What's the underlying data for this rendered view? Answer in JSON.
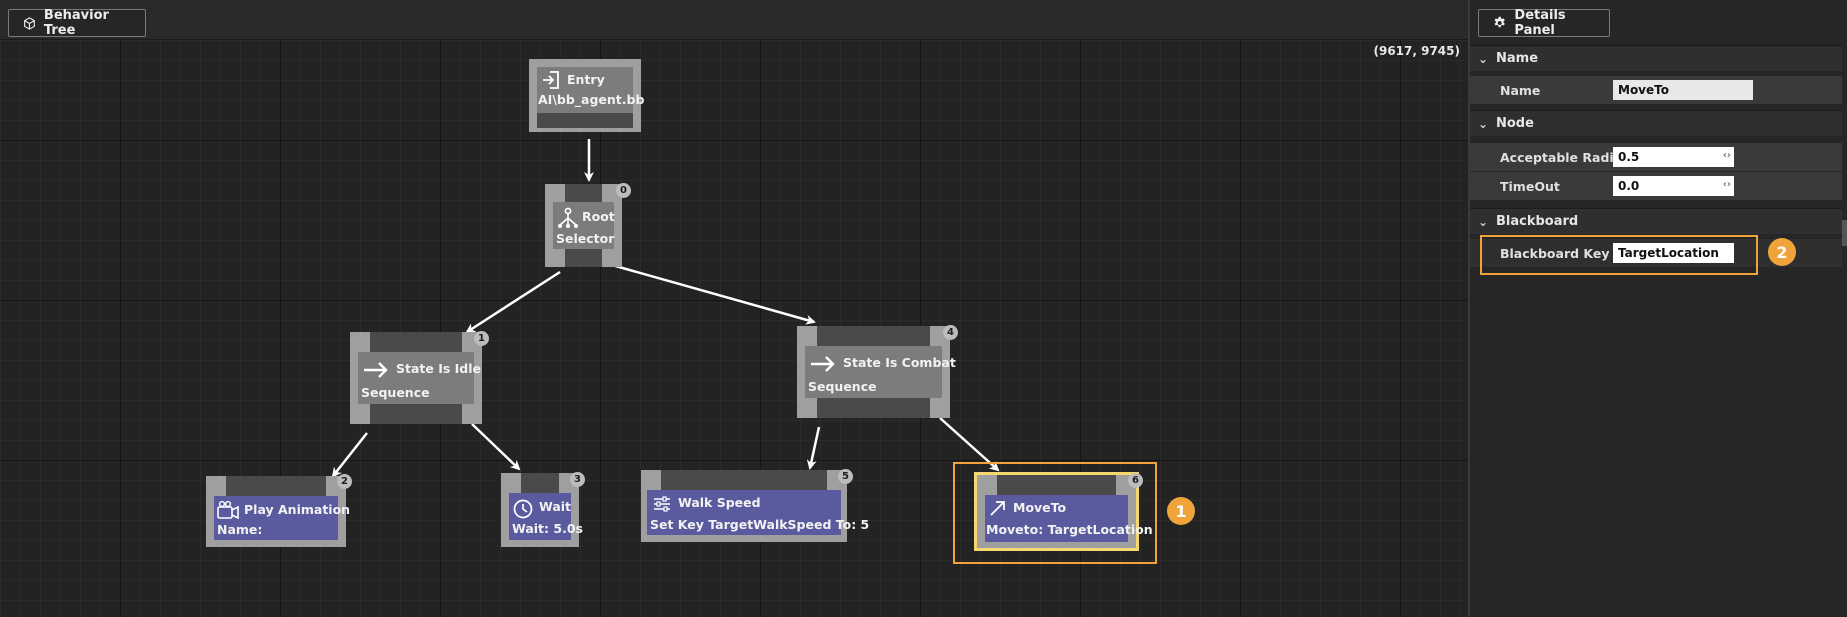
{
  "graph": {
    "tab_label": "Behavior Tree",
    "coordinates": "(9617, 9745)",
    "nodes": {
      "entry": {
        "title": "Entry",
        "subtitle": "AI\\bb_agent.bb"
      },
      "root": {
        "title": "Root",
        "subtitle": "Selector",
        "index": "0"
      },
      "idle": {
        "title": "State Is Idle",
        "subtitle": "Sequence",
        "index": "1"
      },
      "combat": {
        "title": "State Is Combat",
        "subtitle": "Sequence",
        "index": "4"
      },
      "play": {
        "title": "Play Animation",
        "subtitle": "Name:",
        "index": "2"
      },
      "wait": {
        "title": "Wait",
        "subtitle": "Wait: 5.0s",
        "index": "3"
      },
      "walk": {
        "title": "Walk Speed",
        "subtitle": "Set Key TargetWalkSpeed To: 5",
        "index": "5"
      },
      "moveto": {
        "title": "MoveTo",
        "subtitle": "Moveto: TargetLocation",
        "index": "6"
      }
    },
    "callout_1": "1"
  },
  "panel": {
    "tab_label": "Details Panel",
    "sections": {
      "name": {
        "header": "Name",
        "rows": [
          {
            "label": "Name",
            "value": "MoveTo"
          }
        ]
      },
      "node": {
        "header": "Node",
        "rows": [
          {
            "label": "Acceptable Radius",
            "value": "0.5"
          },
          {
            "label": "TimeOut",
            "value": "0.0"
          }
        ]
      },
      "blackboard": {
        "header": "Blackboard",
        "rows": [
          {
            "label": "Blackboard Key",
            "value": "TargetLocation"
          }
        ]
      }
    },
    "callout_2": "2"
  },
  "colors": {
    "highlight": "#f0a33a",
    "selected": "#f5d76e",
    "task_node": "#5a5a9e",
    "composite_node": "#7c7c7c"
  }
}
